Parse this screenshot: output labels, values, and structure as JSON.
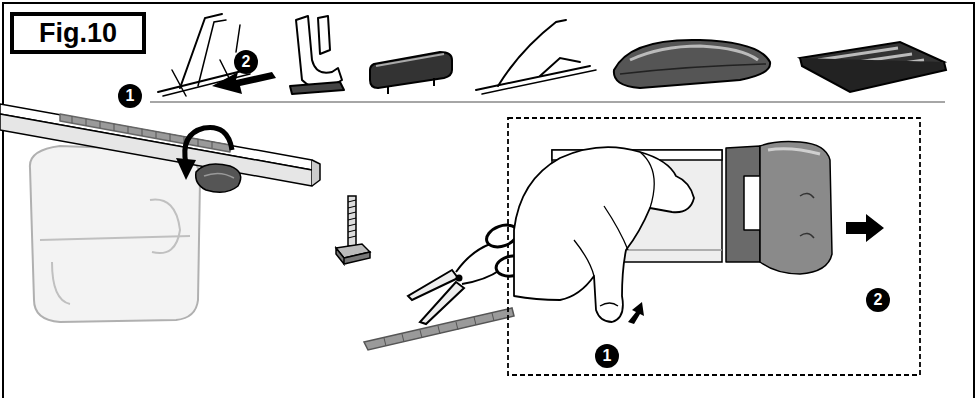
{
  "diagram": {
    "nodes": [
      {
        "text": [
          "Fig.10"
        ]
      }
    ],
    "labels": [
      "1",
      "2",
      "1",
      "2"
    ]
  }
}
